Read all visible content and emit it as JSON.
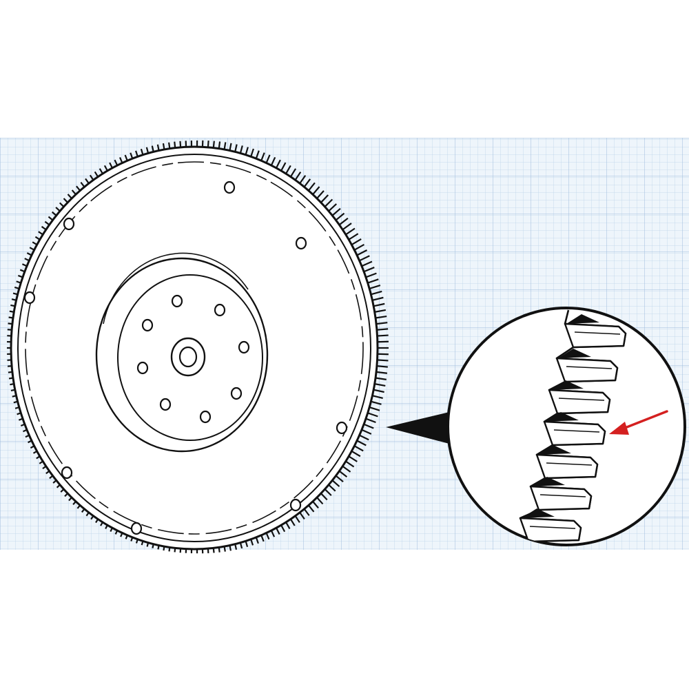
{
  "colors": {
    "page_background": "#ffffff",
    "grid_paper": "#eef5fb",
    "grid_minor": "#bcd3ea",
    "grid_major": "#9dbbdc",
    "ink": "#111111",
    "pointer_arrow": "#d42020"
  },
  "figure": {
    "subject": "flywheel-with-ring-gear",
    "inset": "magnified-ring-gear-teeth",
    "callout": "red-arrow-indicating-tooth-wear"
  },
  "parts": {
    "outer_bolt_hole_count": 8,
    "hub_bolt_hole_count": 8,
    "magnified_tooth_count": 7
  }
}
